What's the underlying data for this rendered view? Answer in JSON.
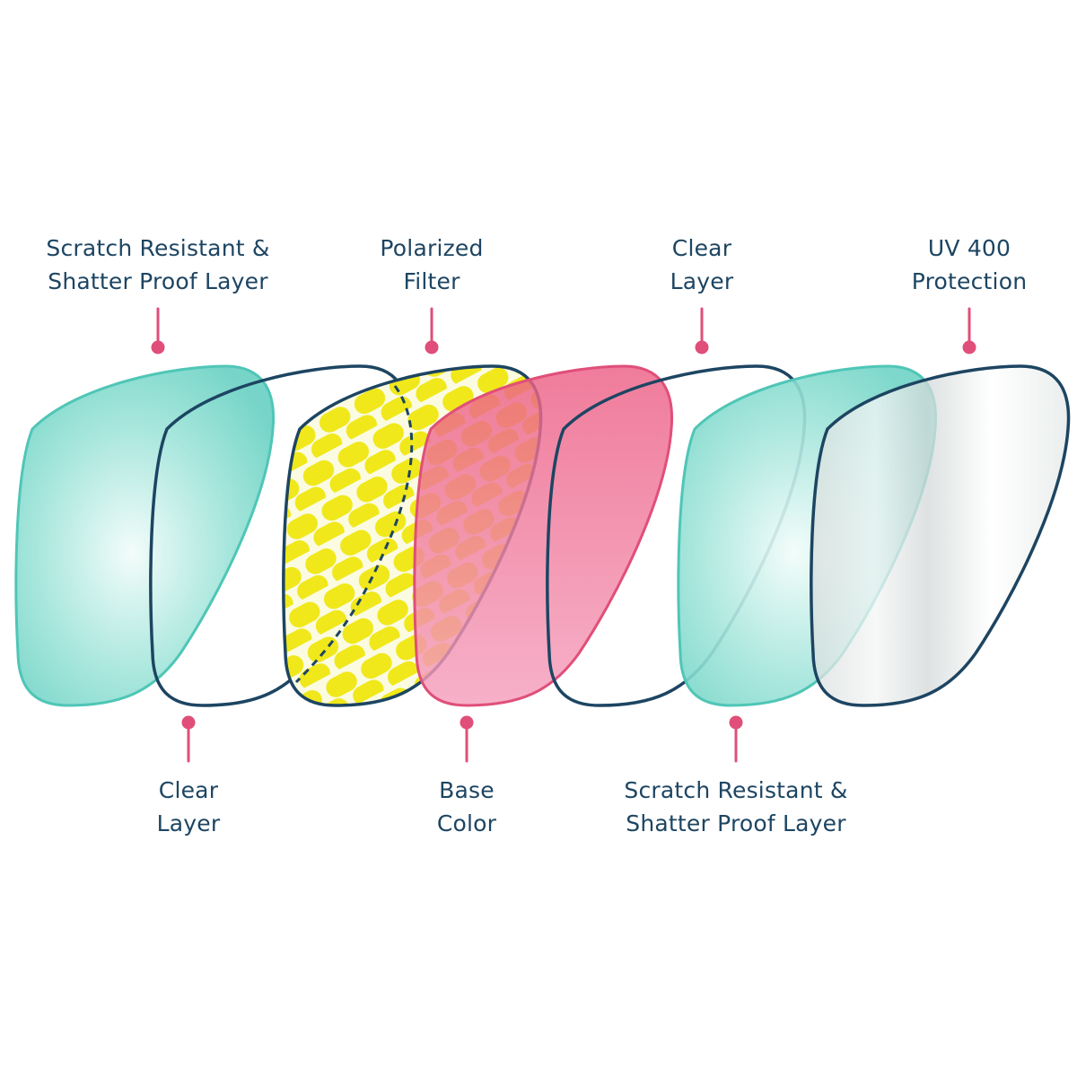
{
  "colors": {
    "outline": "#1d4562",
    "teal": "#79d9cc",
    "teal_light": "#e8f9f6",
    "teal_stroke": "#4fc6b6",
    "yellow": "#f0e81a",
    "pink": "#ee5f86",
    "pink_light": "#f4a3bf",
    "pink_stroke": "#e04f79",
    "pin": "#e04f79",
    "text": "#1d4562"
  },
  "labels": {
    "scratch_top": {
      "line1": "Scratch Resistant &",
      "line2": "Shatter Proof Layer"
    },
    "polarized": {
      "line1": "Polarized",
      "line2": "Filter"
    },
    "clear_top": {
      "line1": "Clear",
      "line2": "Layer"
    },
    "uv": {
      "line1": "UV 400",
      "line2": "Protection"
    },
    "clear_bottom": {
      "line1": "Clear",
      "line2": "Layer"
    },
    "base": {
      "line1": "Base",
      "line2": "Color"
    },
    "scratch_bottom": {
      "line1": "Scratch Resistant &",
      "line2": "Shatter Proof Layer"
    }
  },
  "layers": [
    {
      "id": "scratch-1",
      "kind": "teal"
    },
    {
      "id": "clear-1",
      "kind": "clear"
    },
    {
      "id": "polarized",
      "kind": "pattern"
    },
    {
      "id": "base",
      "kind": "pink"
    },
    {
      "id": "clear-2",
      "kind": "clear"
    },
    {
      "id": "scratch-2",
      "kind": "teal"
    },
    {
      "id": "uv",
      "kind": "uv"
    }
  ]
}
